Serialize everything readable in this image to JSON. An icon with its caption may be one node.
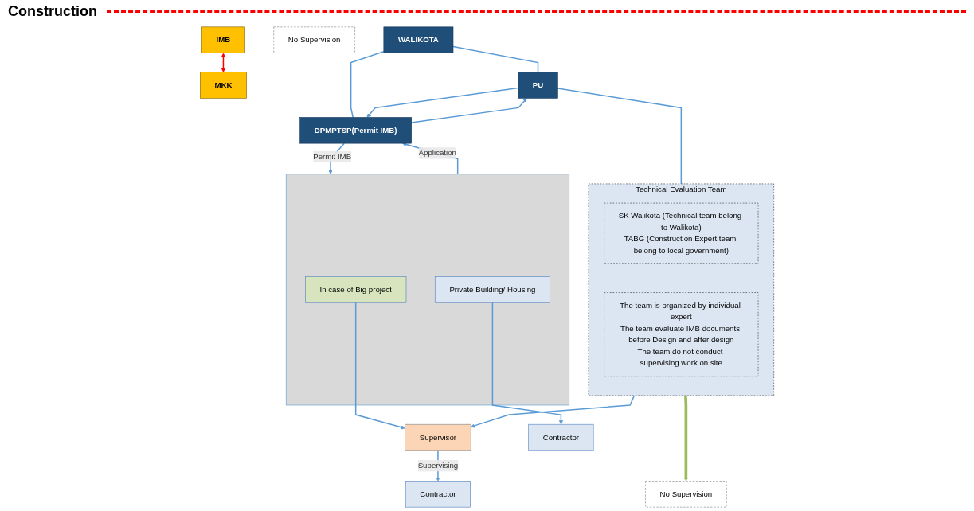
{
  "diagram": {
    "nodes": [
      {
        "text": [
          "WALIKOTA"
        ]
      },
      {
        "text": [
          "PU"
        ]
      },
      {
        "text": [
          "DPMPTSP(Permit IMB)"
        ]
      },
      {
        "text": [
          "Technical Evaluation Team"
        ]
      },
      {
        "text": [
          "SK Walikota (Technical team belong to Walikota)",
          "TABG (Construction Expert team belong to local government)"
        ],
        "in": 3
      },
      {
        "text": [
          "The team is organized by individual expert",
          "The team evaluate IMB documents before Design and after design",
          "The team do not conduct supervising work on site"
        ],
        "in": 3
      },
      {
        "text": [],
        "shape": "box"
      },
      {
        "text": [
          "In case of Big project"
        ],
        "in": 6
      },
      {
        "text": [
          "Private Building/ Housing"
        ],
        "in": 6
      },
      {
        "text": [
          "IMB"
        ]
      },
      {
        "text": [
          "MKK"
        ]
      },
      {
        "text": [
          "Supervisor"
        ]
      },
      {
        "text": [
          "No Supervision"
        ]
      },
      {
        "text": [
          "Contractor"
        ]
      },
      {
        "text": [
          "Contractor"
        ]
      },
      {
        "text": [
          "No Supervision"
        ]
      }
    ],
    "edges": [
      {
        "from": 0,
        "to": 1,
        "arrow": "none"
      },
      {
        "from": 0,
        "to": 2,
        "arrow": "none"
      },
      {
        "from": 2,
        "to": 1,
        "arrow": "to"
      },
      {
        "from": 1,
        "to": 2,
        "arrow": "to"
      },
      {
        "from": 1,
        "to": 3,
        "arrow": "none"
      },
      {
        "from": 6,
        "to": 2,
        "arrow": "to",
        "label": "Application"
      },
      {
        "from": 2,
        "to": 6,
        "arrow": "to",
        "label": "Permit IMB"
      },
      {
        "from": 7,
        "to": 11,
        "arrow": "to"
      },
      {
        "from": 3,
        "to": 11,
        "arrow": "to"
      },
      {
        "from": 3,
        "to": 12,
        "arrow": "to",
        "style": "thick",
        "color": "#9bbb59"
      },
      {
        "from": 11,
        "to": 13,
        "arrow": "to",
        "label": "Supervising"
      },
      {
        "from": 8,
        "to": 14,
        "arrow": "to"
      },
      {
        "from": 9,
        "to": 10,
        "arrow": "both",
        "color": "#ff0000"
      }
    ],
    "labels": [
      "Construction"
    ]
  }
}
